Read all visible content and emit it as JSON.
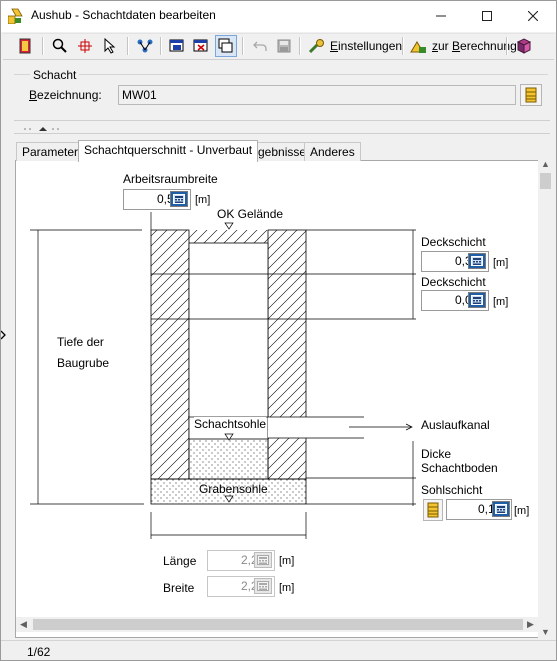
{
  "window": {
    "title": "Aushub - Schachtdaten bearbeiten",
    "minimize_icon": "minimize-icon",
    "maximize_icon": "maximize-icon",
    "close_icon": "close-icon"
  },
  "toolbar": {
    "einstellungen_prefix": "",
    "einstellungen_hotkey": "E",
    "einstellungen_rest": "instellungen",
    "berechnung_hotkey": "z",
    "berechnung_rest": "ur ",
    "berechnung_hotkey2": "B",
    "berechnung_rest2": "erechnung"
  },
  "schacht": {
    "group_title": "Schacht",
    "label_hotkey": "B",
    "label_rest": "ezeichnung:",
    "value": "MW01"
  },
  "tabs": [
    {
      "label": "Parameter",
      "active": false
    },
    {
      "label": "Schachtquerschnitt - Unverbaut",
      "active": true
    },
    {
      "label": "Ergebnisse",
      "active": false
    },
    {
      "label": "Anderes",
      "active": false
    }
  ],
  "drawing": {
    "arbeitsraumbreite_label": "Arbeitsraumbreite",
    "arbeitsraumbreite_value": "0,500",
    "ok_gelaende": "OK Gelände",
    "tiefe_line1": "Tiefe der",
    "tiefe_line2": "Baugrube",
    "deckschicht1_label": "Deckschicht",
    "deckschicht1_value": "0,300",
    "deckschicht2_label": "Deckschicht",
    "deckschicht2_value": "0,000",
    "schachtsohle": "Schachtsohle",
    "auslaufkanal": "Auslaufkanal",
    "dicke_line1": "Dicke",
    "dicke_line2": "Schachtboden",
    "grabensohle": "Grabensohle",
    "sohlschicht_label": "Sohlschicht",
    "sohlschicht_value": "0,150",
    "laenge_label": "Länge",
    "laenge_value": "2,200",
    "breite_label": "Breite",
    "breite_value": "2,200",
    "unit": "[m]"
  },
  "status": {
    "page": "1/62"
  },
  "colors": {
    "accent_blue": "#1e5fa8",
    "hatch": "#000000",
    "frame": "#a8a8a8"
  }
}
